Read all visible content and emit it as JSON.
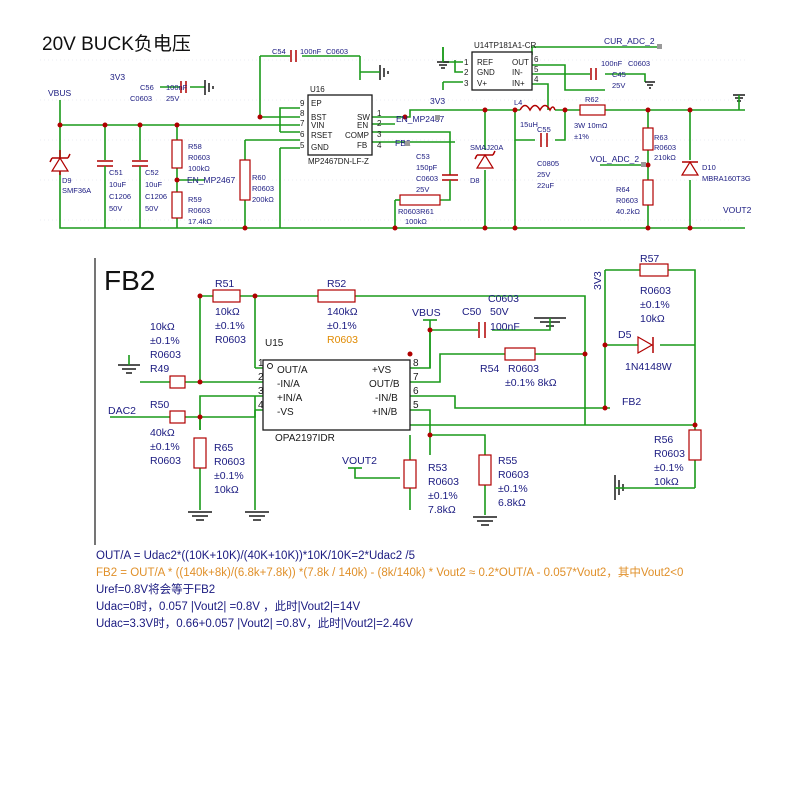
{
  "top": {
    "title": "20V BUCK负电压",
    "net_3v3": "3V3",
    "net_3v3_b": "3V3",
    "net_vbus": "VBUS",
    "net_en": "EN_MP2467",
    "net_en2": "EN_MP2467",
    "net_fb2": "FB2",
    "net_cur_adc": "CUR_ADC_2",
    "net_vol_adc": "VOL_ADC_2",
    "net_vout2": "VOUT2",
    "u16_ref": "U16",
    "u16_part": "MP2467DN-LF-Z",
    "u16_pins_left": [
      "EP",
      "BST",
      "VIN",
      "RSET",
      "GND"
    ],
    "u16_pins_left_num": [
      "9",
      "8",
      "7",
      "6",
      "5"
    ],
    "u16_pins_right": [
      "SW",
      "EN",
      "COMP",
      "FB"
    ],
    "u16_pins_right_num": [
      "1",
      "2",
      "3",
      "4"
    ],
    "u14_ref": "U14TP181A1-CR",
    "u14_pins_left": [
      "REF",
      "GND",
      "V+"
    ],
    "u14_pins_left_num": [
      "1",
      "2",
      "3"
    ],
    "u14_pins_right": [
      "OUT",
      "IN-",
      "IN+"
    ],
    "u14_pins_right_num": [
      "6",
      "5",
      "4"
    ],
    "c56": [
      "C56",
      "100nF",
      "C0603",
      "25V"
    ],
    "c54": [
      "C54",
      "100nF",
      "C0603"
    ],
    "c51": [
      "C51",
      "10uF",
      "C1206",
      "50V"
    ],
    "c52": [
      "C52",
      "10uF",
      "C1206",
      "50V"
    ],
    "r58": [
      "R58",
      "R0603",
      "100kΩ"
    ],
    "r59": [
      "R59",
      "R0603",
      "17.4kΩ"
    ],
    "r60": [
      "R60",
      "R0603",
      "200kΩ"
    ],
    "c53": [
      "C53",
      "150pF",
      "C0603",
      "25V"
    ],
    "r61": [
      "R0603R61",
      "100kΩ"
    ],
    "d9": [
      "D9",
      "SMF36A"
    ],
    "d8": [
      "SMAJ20A",
      "D8"
    ],
    "l4": [
      "L4",
      "15uH"
    ],
    "c55": [
      "C55",
      "C0805",
      "25V",
      "22uF"
    ],
    "r62": [
      "R62",
      "3W 10mΩ",
      "±1%"
    ],
    "c45": [
      "100nF",
      "C0603",
      "C45",
      "25V"
    ],
    "r63": [
      "R63",
      "R0603",
      "210kΩ"
    ],
    "r64": [
      "R64",
      "R0603",
      "40.2kΩ"
    ],
    "d10": [
      "D10",
      "MBRA160T3G"
    ]
  },
  "bottom": {
    "title": "FB2",
    "net_vbus": "VBUS",
    "net_3v3": "3V3",
    "net_dac2": "DAC2",
    "net_vout2": "VOUT2",
    "net_fb2": "FB2",
    "u15_ref": "U15",
    "u15_part": "OPA2197IDR",
    "u15_pins_left": [
      "OUT/A",
      "-IN/A",
      "+IN/A",
      "-VS"
    ],
    "u15_pins_left_num": [
      "1",
      "2",
      "3",
      "4"
    ],
    "u15_pins_right": [
      "+VS",
      "OUT/B",
      "-IN/B",
      "+IN/B"
    ],
    "u15_pins_right_num": [
      "8",
      "7",
      "6",
      "5"
    ],
    "r51": [
      "R51",
      "10kΩ",
      "±0.1%",
      "R0603"
    ],
    "r52": [
      "R52",
      "140kΩ",
      "±0.1%",
      "R0603"
    ],
    "r49": [
      "10kΩ",
      "±0.1%",
      "R0603",
      "R49"
    ],
    "r50": [
      "R50",
      "40kΩ",
      "±0.1%",
      "R0603"
    ],
    "r65": [
      "R65",
      "R0603",
      "±0.1%",
      "10kΩ"
    ],
    "c50": [
      "C0603",
      "C50",
      "50V",
      "100nF"
    ],
    "r54": [
      "R54",
      "R0603",
      "±0.1% 8kΩ"
    ],
    "r53": [
      "R53",
      "R0603",
      "±0.1%",
      "7.8kΩ"
    ],
    "r55": [
      "R55",
      "R0603",
      "±0.1%",
      "6.8kΩ"
    ],
    "r57": [
      "R57",
      "R0603",
      "±0.1%",
      "10kΩ"
    ],
    "d5": [
      "D5",
      "1N4148W"
    ],
    "r56": [
      "R56",
      "R0603",
      "±0.1%",
      "10kΩ"
    ]
  },
  "notes": {
    "line1": "OUT/A = Udac2*((10K+10K)/(40K+10K))*10K/10K=2*Udac2 /5",
    "line2": "FB2 = OUT/A * ((140k+8k)/(6.8k+7.8k)) *(7.8k / 140k) - (8k/140k) * Vout2 ≈ 0.2*OUT/A - 0.057*Vout2，其中Vout2<0",
    "line3": "Uref=0.8V将会等于FB2",
    "line4": "Udac=0时，0.057 |Vout2| =0.8V ，此时|Vout2|=14V",
    "line5": "Udac=3.3V时，0.66+0.057 |Vout2| =0.8V，此时|Vout2|=2.46V"
  },
  "colors": {
    "wire": "#1a9a1a",
    "component": "#b00000",
    "label": "#1a1a80",
    "highlight": "#e08a00"
  }
}
